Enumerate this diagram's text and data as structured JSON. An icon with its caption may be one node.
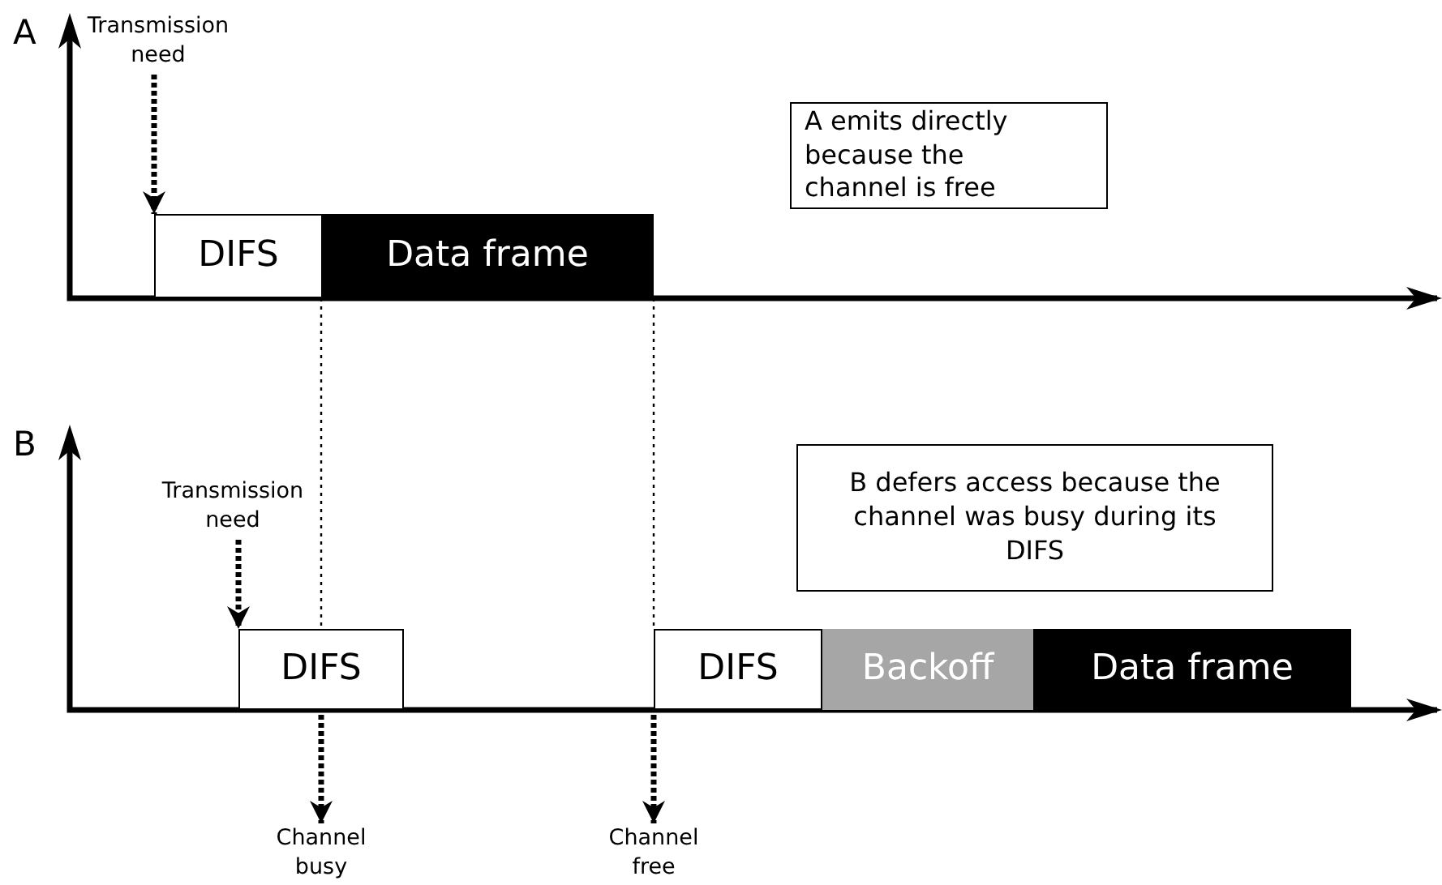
{
  "diagram": {
    "nodes": [
      {
        "text": [
          "Transmission need"
        ]
      },
      {
        "text": [
          "DIFS"
        ]
      },
      {
        "text": [
          "Data frame"
        ]
      },
      {
        "text": [
          "A emits directly because the channel is free"
        ]
      },
      {
        "text": [
          "Transmission need"
        ]
      },
      {
        "text": [
          "DIFS"
        ]
      },
      {
        "text": [
          "DIFS"
        ]
      },
      {
        "text": [
          "Backoff"
        ]
      },
      {
        "text": [
          "Data frame"
        ]
      },
      {
        "text": [
          "B defers access because the channel was busy during its DIFS"
        ]
      },
      {
        "text": [
          "Channel busy"
        ]
      },
      {
        "text": [
          "Channel free"
        ]
      }
    ],
    "edges": [
      {
        "from": 0,
        "to": 1,
        "arrow": "to",
        "style": "dashed"
      },
      {
        "from": 2,
        "to": 5,
        "arrow": "none",
        "style": "dashed"
      },
      {
        "from": 2,
        "to": 6,
        "arrow": "none",
        "style": "dashed"
      },
      {
        "from": 4,
        "to": 5,
        "arrow": "to",
        "style": "dashed"
      },
      {
        "from": 5,
        "to": 10,
        "arrow": "to",
        "style": "dashed"
      },
      {
        "from": 6,
        "to": 11,
        "arrow": "to",
        "style": "dashed"
      }
    ],
    "labels": [
      "A",
      "B"
    ]
  }
}
